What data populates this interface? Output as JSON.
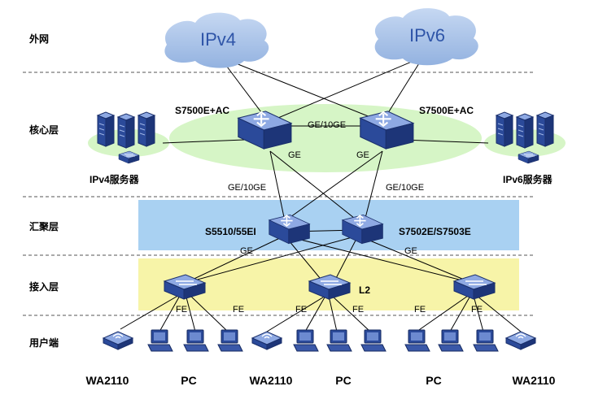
{
  "layers": {
    "external": "外网",
    "core": "核心层",
    "aggregation": "汇聚层",
    "access": "接入层",
    "user": "用户端"
  },
  "clouds": {
    "ipv4": "IPv4",
    "ipv6": "IPv6"
  },
  "core": {
    "left_switch": "S7500E+AC",
    "right_switch": "S7500E+AC",
    "interlink": "GE/10GE",
    "left_down": "GE",
    "right_down": "GE"
  },
  "servers": {
    "ipv4": "IPv4服务器",
    "ipv6": "IPv6服务器"
  },
  "aggregation": {
    "left_switch": "S5510/55EI",
    "right_switch": "S7502E/S7503E",
    "left_uplink": "GE/10GE",
    "right_uplink": "GE/10GE"
  },
  "access": {
    "left_uplink": "GE",
    "right_uplink": "GE",
    "middle_label": "L2",
    "fe": "FE"
  },
  "bottom": [
    "WA2110",
    "PC",
    "WA2110",
    "PC",
    "PC",
    "WA2110"
  ],
  "colors": {
    "cloud": "#a9c4ea",
    "core_ellipse": "#d6f5c6",
    "aggregation_band": "#a9d1f2",
    "access_band": "#f7f4a8",
    "device": "#2f4f9e",
    "device_top": "#5f7fc8",
    "divider": "#555555"
  }
}
